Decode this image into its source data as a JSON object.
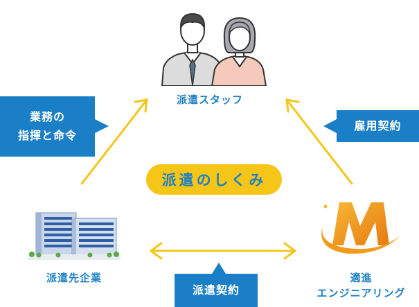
{
  "title": "派遣のしくみ",
  "nodes": {
    "staff": "派遣スタッフ",
    "client": "派遣先企業",
    "agency_line1": "適進",
    "agency_line2": "エンジニアリング"
  },
  "relations": {
    "instruction_line1": "業務の",
    "instruction_line2": "指揮と命令",
    "employment": "雇用契約",
    "dispatch": "派遣契約"
  },
  "colors": {
    "blue": "#1a7fc6",
    "yellow": "#f5c518",
    "logo_orange": "#f19a1b"
  },
  "icons": [
    "staff-people-icon",
    "office-building-icon",
    "company-logo-icon"
  ]
}
